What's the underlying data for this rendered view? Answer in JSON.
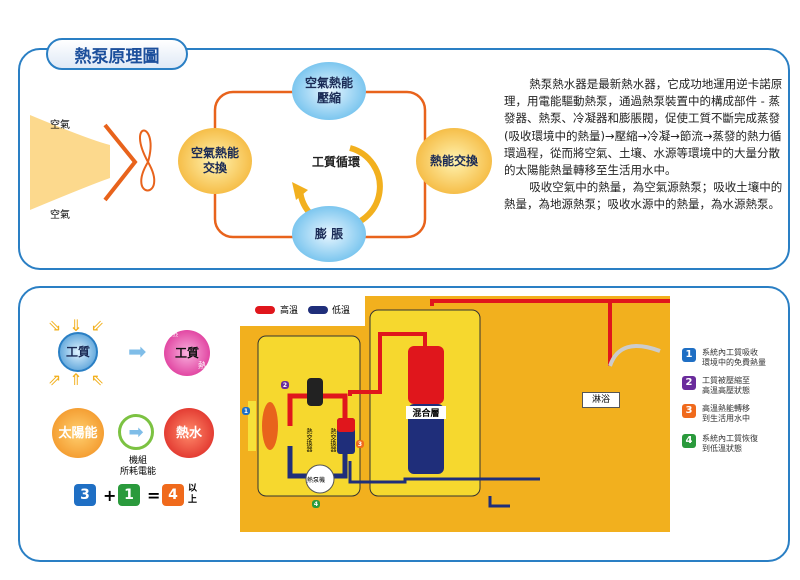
{
  "title": "熱泵原理圖",
  "cycle": {
    "top": "空氣熱能\n壓縮",
    "left": "空氣熱能\n交換",
    "right": "熱能交換",
    "bottom": "膨 脹",
    "center": "工質循環",
    "air_in_top": "空氣",
    "air_in_bottom": "空氣"
  },
  "description": [
    "熱泵熱水器是最新熱水器，它成功地運用逆卡諾原理，用電能驅動熱泵，通過熱泵裝置中的構成部件 - 蒸發器、熱泵、冷凝器和膨脹閥，促使工質不斷完成蒸發(吸收環境中的熱量)→壓縮→冷凝→節流→蒸發的熱力循環過程，從而將空氣、土壤、水源等環境中的大量分散的太陽能熱量轉移至生活用水中。",
    "吸收空氣中的熱量，為空氣源熱泵；吸收土壤中的熱量，為地源熱泵；吸收水源中的熱量，為水源熱泵。"
  ],
  "left_panel": {
    "working_fluid": "工質",
    "heat": "熱",
    "hot_fluid": "工質",
    "solar": "太陽能",
    "hot_water": "熱水",
    "unit_power": "機組\n所耗電能",
    "eq": {
      "a": "3",
      "plus": "+",
      "b": "1",
      "equals": "=",
      "c": "4",
      "suffix": "以\n上"
    }
  },
  "system": {
    "legend_hot": "高溫",
    "legend_cold": "低溫",
    "mixer": "混合層",
    "shower": "淋浴",
    "hx1": "熱交換器",
    "hx2": "熱交換器",
    "pump": "熱泵機",
    "steps": [
      "1",
      "2",
      "3",
      "4"
    ]
  },
  "legend": [
    {
      "num": "1",
      "text": "系統內工質吸收\n環境中的免費熱量",
      "color": "#1f6fc4"
    },
    {
      "num": "2",
      "text": "工質被壓縮至\n高溫高壓狀態",
      "color": "#6a2c9c"
    },
    {
      "num": "3",
      "text": "高溫熱能轉移\n到生活用水中",
      "color": "#f06a1c"
    },
    {
      "num": "4",
      "text": "系統內工質恢復\n到低溫狀態",
      "color": "#2a9a3c"
    }
  ],
  "colors": {
    "hot": "#e0161c",
    "cold": "#1f2e7a",
    "border": "#2a7fc4",
    "yellow": "#f6d82e",
    "orange": "#f2b01e"
  }
}
